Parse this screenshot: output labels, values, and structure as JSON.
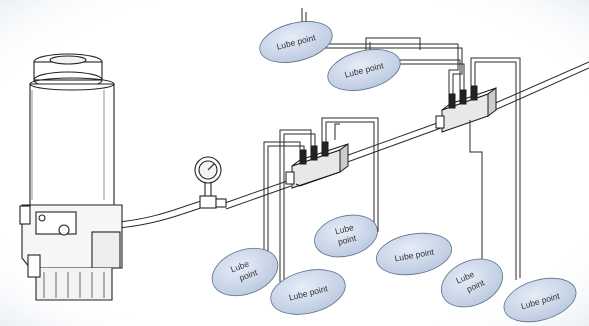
{
  "labels": {
    "lp1": "Lube point",
    "lp2": "Lube point",
    "lp3_line1": "Lube",
    "lp3_line2": "point",
    "lp4": "Lube point",
    "lp5_line1": "Lube",
    "lp5_line2": "point",
    "lp6": "Lube point",
    "lp7_line1": "Lube",
    "lp7_line2": "point",
    "lp8": "Lube point"
  },
  "colors": {
    "bubble_fill": "#c9d5e8",
    "bubble_stroke": "#5f6f8a",
    "line": "#2a2a2a",
    "background": "#ffffff"
  }
}
